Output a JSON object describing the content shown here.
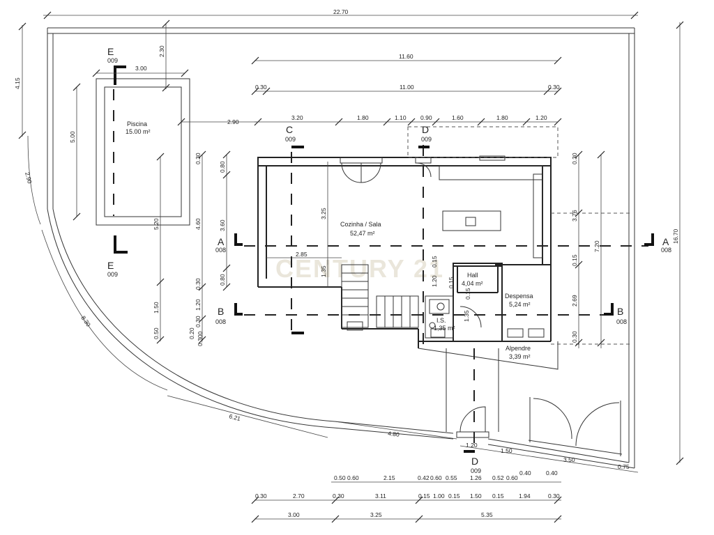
{
  "rooms": {
    "pool_name": "Piscina",
    "pool_area": "15.00 m²",
    "living_name": "Cozinha / Sala",
    "living_area": "52,47 m²",
    "hall_name": "Hall",
    "hall_area": "4,04 m²",
    "storage_name": "Despensa",
    "storage_area": "5,24 m²",
    "porch_name": "Alpendre",
    "porch_area": "3,39 m²",
    "wc_name": "I.S.",
    "wc_area": "1,35 m²"
  },
  "sections": {
    "a_letter": "A",
    "a_code": "008",
    "b_letter": "B",
    "b_code": "008",
    "c_letter": "C",
    "c_code": "009",
    "d_letter": "D",
    "d_code": "009",
    "e_letter": "E",
    "e_code": "009"
  },
  "watermark": "CENTURY 21",
  "dimensions": {
    "overall_width": "22.70",
    "overall_height": "16.70",
    "left_top": "4.15",
    "arc_a": "2.90",
    "arc_b": "8.30",
    "arc_c": "6.21",
    "arc_d": "4.80",
    "pool_w": "3.00",
    "pool_top": "2.30",
    "pool_h": "5.00",
    "pool_gap": "2.90",
    "pool_down": "5.20",
    "small_150": "1.50",
    "small_050": "0.50",
    "top_11_60": "11.60",
    "top_11_00": "11.00",
    "t030": "0.30",
    "t320": "3.20",
    "t180": "1.80",
    "t110": "1.10",
    "t090": "0.90",
    "t160": "1.60",
    "t120": "1.20",
    "l030": "0.30",
    "l080": "0.80",
    "l460": "4.60",
    "l360": "3.60",
    "l120": "1.20",
    "l020": "0.20",
    "l300": "0.300",
    "i325": "3.25",
    "i285": "2.85",
    "i135": "1.35",
    "i015": "0.15",
    "r376": "3.76",
    "r720": "7.20",
    "r015": "0.15",
    "r269": "2.69",
    "b120": "1.20",
    "b150": "1.50",
    "b350": "3.50",
    "b075": "0.75",
    "c050": "0.50",
    "c060": "0.60",
    "c215": "2.15",
    "c042": "0.42",
    "c055": "0.55",
    "c126": "1.26",
    "c052": "0.52",
    "c040": "0.40",
    "d270": "2.70",
    "d311": "3.11",
    "d100": "1.00",
    "d194": "1.94",
    "e300": "3.00",
    "e325": "3.25",
    "e535": "5.35"
  }
}
